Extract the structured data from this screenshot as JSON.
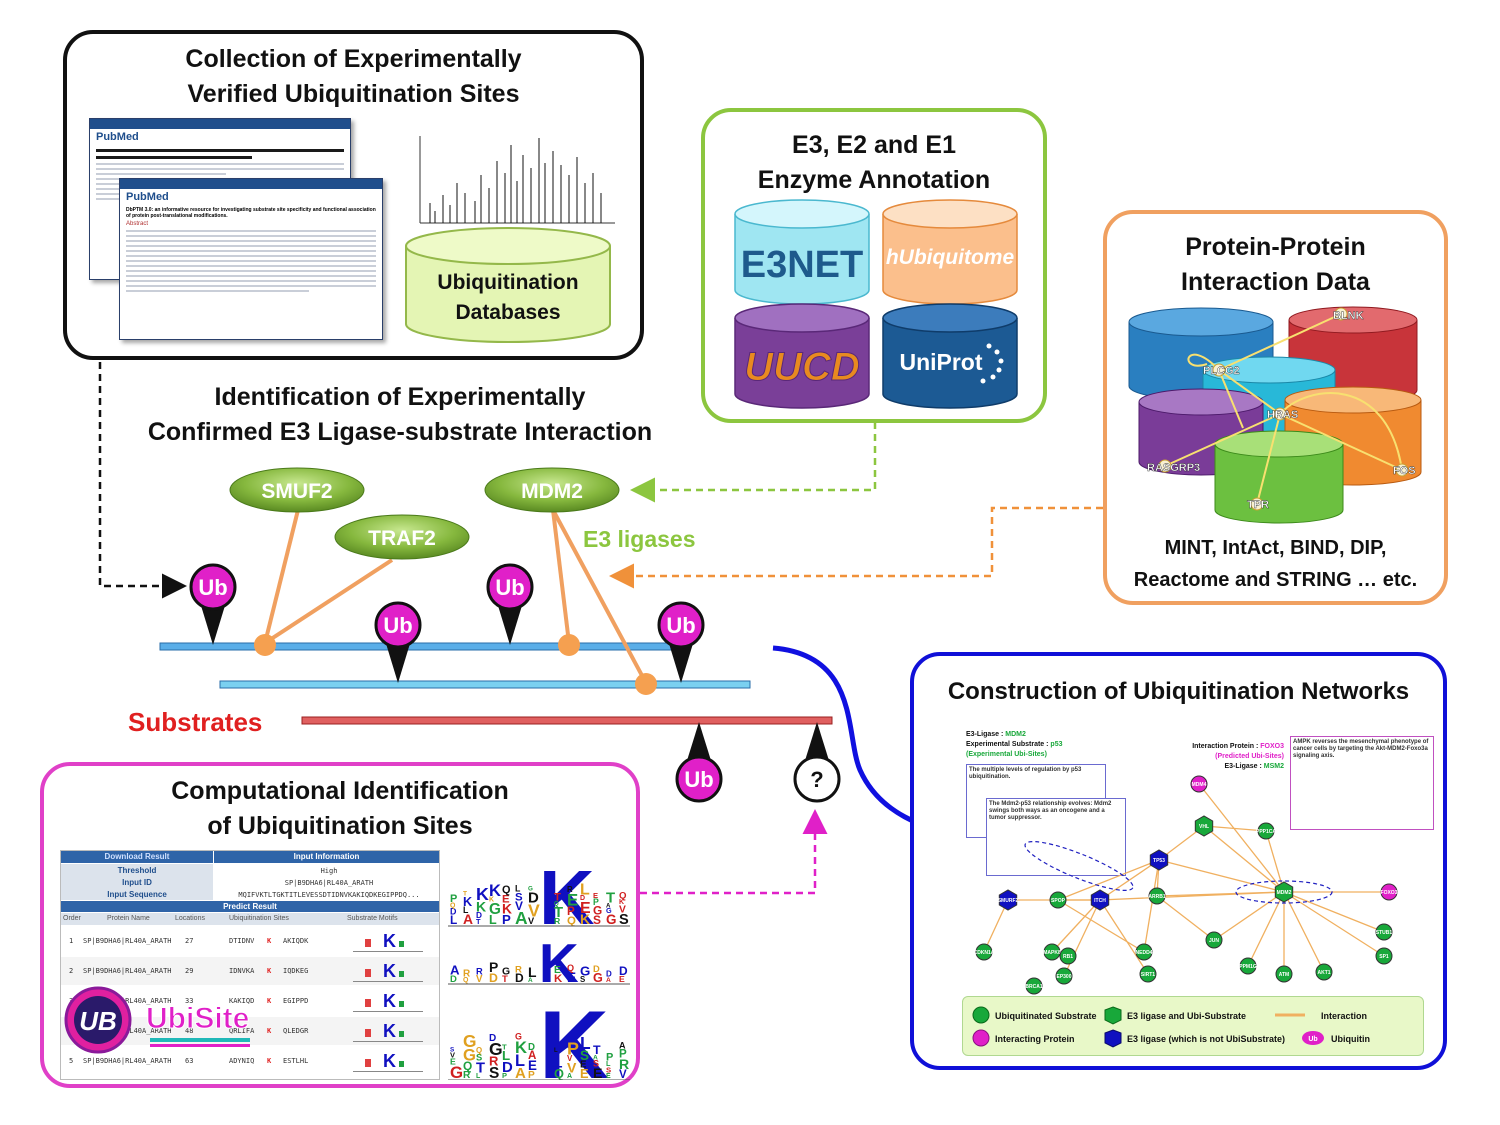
{
  "collection": {
    "title_line1": "Collection of Experimentally",
    "title_line2": "Verified Ubiquitination Sites",
    "pubmed_brand": "PubMed",
    "db_label_line1": "Ubiquitination",
    "db_label_line2": "Databases",
    "doc_heading": "DbPTM 3.0: an informative resource for investigating substrate site specificity and functional association of protein post-translational modifications.",
    "abstract_label": "Abstract"
  },
  "enzyme": {
    "title_line1": "E3, E2 and E1",
    "title_line2": "Enzyme Annotation",
    "databases": [
      "E3NET",
      "hUbiquitome",
      "UUCD",
      "UniProt"
    ]
  },
  "ppi": {
    "title_line1": "Protein-Protein",
    "title_line2": "Interaction Data",
    "sources_line1": "MINT, IntAct, BIND, DIP,",
    "sources_line2": "Reactome and STRING … etc.",
    "nodes": [
      "BLNK",
      "PLCG2",
      "HRAS",
      "RASGRP3",
      "FOS",
      "TPR"
    ]
  },
  "identification": {
    "title_line1": "Identification of Experimentally",
    "title_line2": "Confirmed E3 Ligase-substrate Interaction",
    "ligases": [
      "SMUF2",
      "TRAF2",
      "MDM2"
    ],
    "e3_label": "E3 ligases",
    "substrates_label": "Substrates",
    "ub_label": "Ub",
    "unknown_label": "?"
  },
  "computational": {
    "title_line1": "Computational Identification",
    "title_line2": "of Ubiquitination Sites",
    "download": "Download Result",
    "input_info": "Input Information",
    "threshold_label": "Threshold",
    "threshold_value": "High",
    "input_id_label": "Input ID",
    "input_id_value": "SP|B9DHA6|RL40A_ARATH",
    "input_seq_label": "Input Sequence",
    "input_seq_value": "MQIFVKTLTGKTITLEVESSDTIDNVKAKIQDKEGIPPDQ...",
    "predict_result": "Predict Result",
    "columns": [
      "Order",
      "Protein Name",
      "Locations",
      "Ubiquitination Sites",
      "Substrate Motifs"
    ],
    "rows": [
      {
        "order": "1",
        "name": "SP|B9DHA6|RL40A_ARATH",
        "loc": "27",
        "left": "DTIDNV",
        "k": "K",
        "right": "AKIQDK"
      },
      {
        "order": "2",
        "name": "SP|B9DHA6|RL40A_ARATH",
        "loc": "29",
        "left": "IDNVKA",
        "k": "K",
        "right": "IQDKEG"
      },
      {
        "order": "3",
        "name": "SP|B9DHA6|RL40A_ARATH",
        "loc": "33",
        "left": "KAKIQD",
        "k": "K",
        "right": "EGIPPD"
      },
      {
        "order": "4",
        "name": "SP|B9DHA6|RL40A_ARATH",
        "loc": "48",
        "left": "QRLIFA",
        "k": "K",
        "right": "QLEDGR"
      },
      {
        "order": "5",
        "name": "SP|B9DHA6|RL40A_ARATH",
        "loc": "63",
        "left": "ADYNIQ",
        "k": "K",
        "right": "ESTLHL"
      }
    ],
    "logo_text": "UbiSite",
    "logo_mark": "UB"
  },
  "network": {
    "title": "Construction of Ubiquitination Networks",
    "e3_ligase_label": "E3-Ligase : ",
    "e3_ligase_value": "MDM2",
    "exp_sub_label": "Experimental Substrate : ",
    "exp_sub_value": "p53",
    "exp_sites": "(Experimental Ubi-Sites)",
    "interaction_label": "Interaction Protein : ",
    "interaction_value": "FOXO3",
    "predicted_sites": "(Predicted Ubi-Sites)",
    "e3_ligase2_label": "E3-Ligase : ",
    "e3_ligase2_value": "MSM2",
    "doc1_title": "The multiple levels of regulation by p53 ubiquitination.",
    "doc2_title": "The Mdm2-p53 relationship evolves: Mdm2 swings both ways as an oncogene and a tumor suppressor.",
    "doc3_title": "AMPK reverses the mesenchymal phenotype of cancer cells by targeting the Akt-MDM2-Foxo3a signaling axis.",
    "nodes": [
      "MDM4",
      "VHL",
      "PPP1CA",
      "TP53",
      "MDM2",
      "FOXO3",
      "SMURF2",
      "SPOP",
      "ITCH",
      "ARRB1",
      "JUN",
      "PPM1G",
      "STUB1",
      "CDKN1A",
      "MAPK8",
      "EP300",
      "SP1",
      "ATM",
      "AKT1",
      "SIRT1",
      "RB1",
      "BRCA1",
      "NEDD4"
    ],
    "legend": {
      "ubiquitinated_substrate": "Ubiquitinated Substrate",
      "e3_ubi_substrate": "E3 ligase and Ubi-Substrate",
      "interaction": "Interaction",
      "interacting_protein": "Interacting Protein",
      "e3_not_substrate": "E3 ligase (which is not UbiSubstrate)",
      "ub_badge": "Ub",
      "ubiquitin": "Ubiquitin"
    },
    "colors": {
      "green": "#18a83a",
      "magenta": "#e020c8",
      "blue": "#1010c0",
      "orange": "#f0b060"
    }
  }
}
